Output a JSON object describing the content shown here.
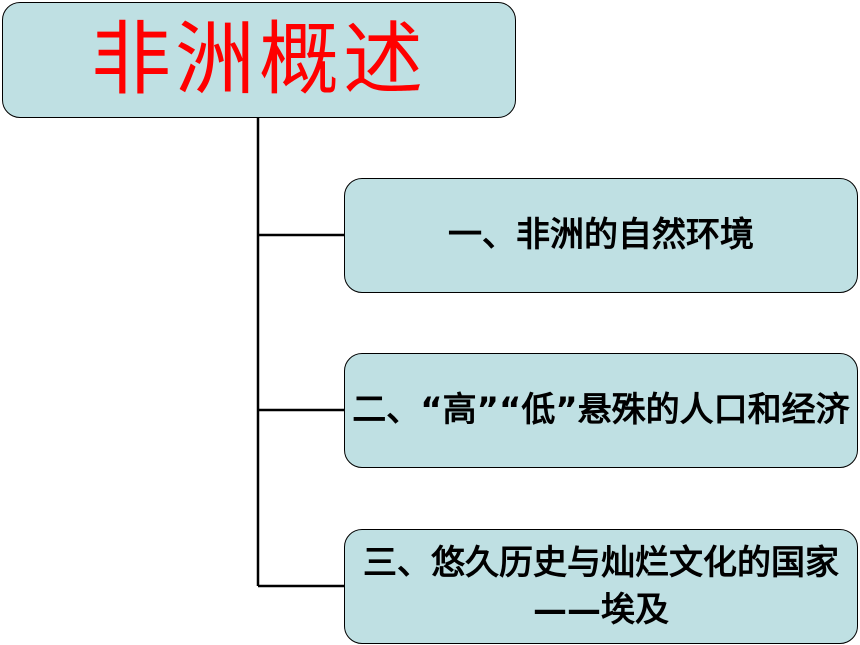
{
  "title": "非洲概述",
  "branches": [
    {
      "label": "一、非洲的自然环境"
    },
    {
      "label": "二、“高”“低”悬殊的人口和经济"
    },
    {
      "label": "三、悠久历史与灿烂文化的国家——埃及"
    }
  ],
  "colors": {
    "box_fill": "#bfe0e3",
    "title_text": "#ff0000",
    "line": "#000000"
  }
}
